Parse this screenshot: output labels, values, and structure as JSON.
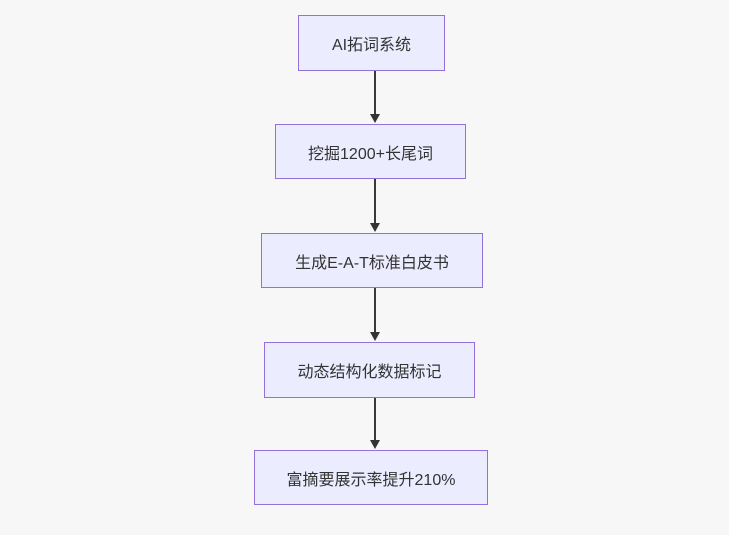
{
  "diagram": {
    "type": "flowchart",
    "direction": "top-down",
    "nodes": [
      {
        "id": "n1",
        "label": "AI拓词系统"
      },
      {
        "id": "n2",
        "label": "挖掘1200+长尾词"
      },
      {
        "id": "n3",
        "label": "生成E-A-T标准白皮书"
      },
      {
        "id": "n4",
        "label": "动态结构化数据标记"
      },
      {
        "id": "n5",
        "label": "富摘要展示率提升210%"
      }
    ],
    "edges": [
      {
        "from": "AI拓词系统",
        "to": "挖掘1200+长尾词"
      },
      {
        "from": "挖掘1200+长尾词",
        "to": "生成E-A-T标准白皮书"
      },
      {
        "from": "生成E-A-T标准白皮书",
        "to": "动态结构化数据标记"
      },
      {
        "from": "动态结构化数据标记",
        "to": "富摘要展示率提升210%"
      }
    ],
    "colors": {
      "background": "#f7f7f7",
      "node_fill": "#ececff",
      "node_border": "#9370db",
      "text": "#333333",
      "arrow": "#333333"
    }
  }
}
